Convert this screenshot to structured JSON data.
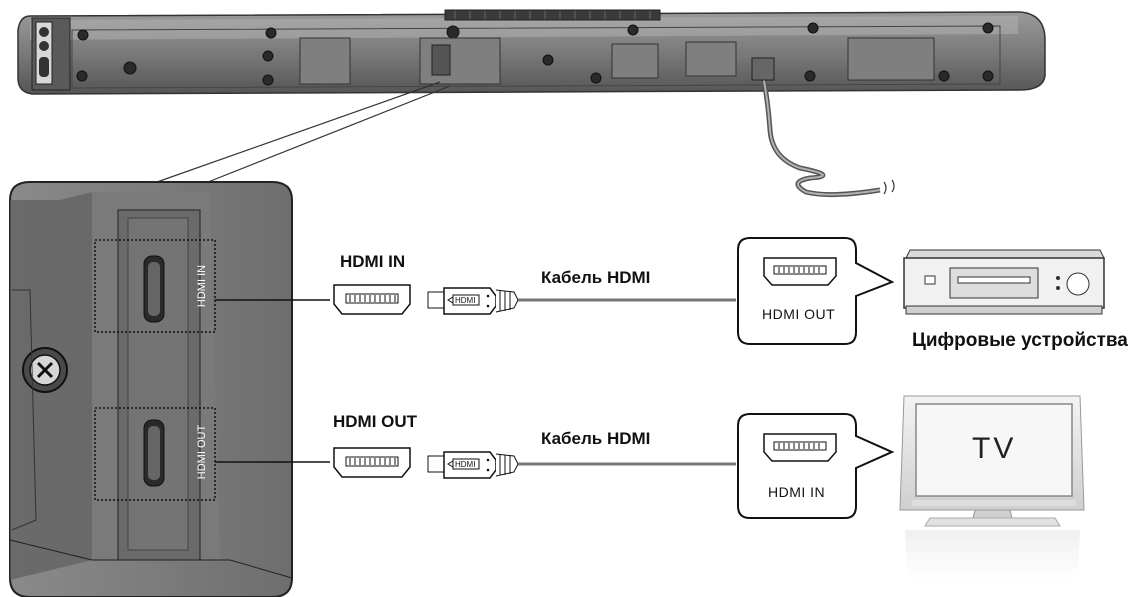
{
  "soundbar": {
    "top_labels": {
      "hdmi_in": "HDMI IN",
      "hdmi_out": "HDMI OUT"
    }
  },
  "zoom": {
    "port_in_label": "HDMI IN",
    "port_out_label": "HDMI OUT"
  },
  "connections": [
    {
      "port_label": "HDMI IN",
      "cable_label": "Кабель HDMI",
      "plug_label": "HDMI",
      "device_port_label": "HDMI OUT",
      "device_label": "Цифровые устройства"
    },
    {
      "port_label": "HDMI OUT",
      "cable_label": "Кабель HDMI",
      "plug_label": "HDMI",
      "device_port_label": "HDMI  IN",
      "device_screen_text": "TV"
    }
  ]
}
